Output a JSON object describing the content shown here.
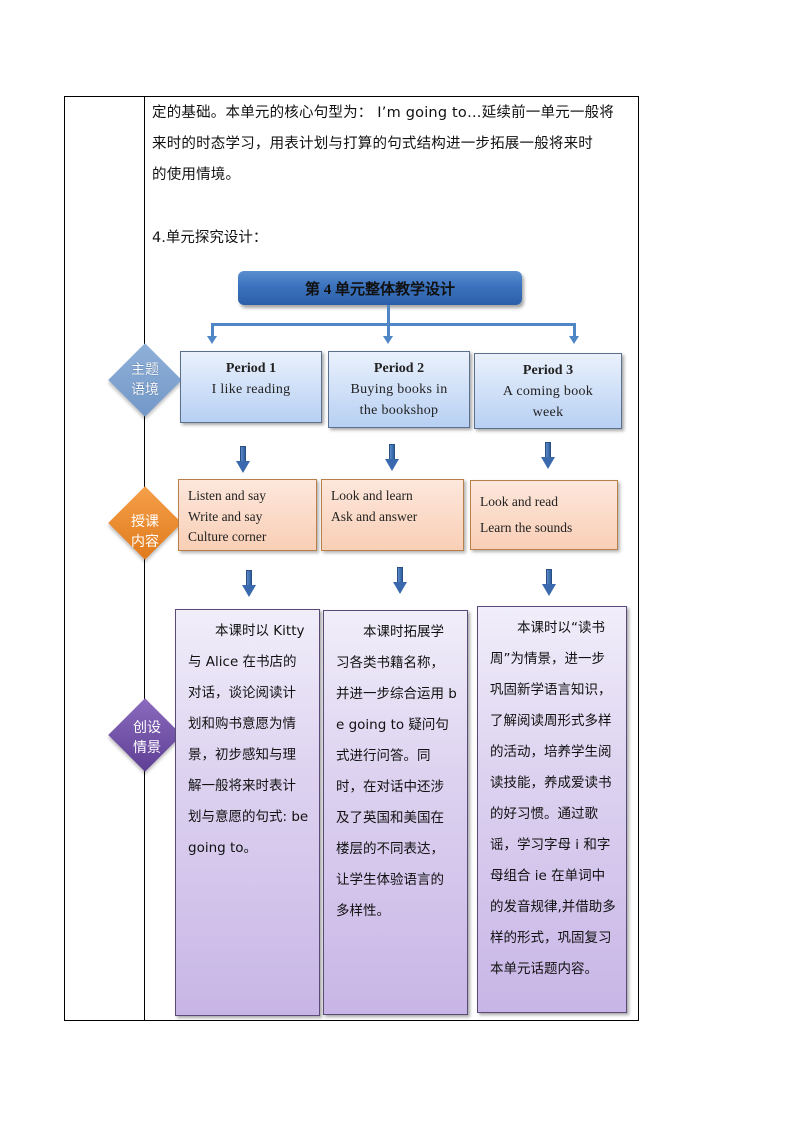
{
  "document": {
    "paragraph_lines": [
      "定的基础。本单元的核心句型为： I’m going to…延续前一单元一般将",
      "来时的时态学习，用表计划与打算的句式结构进一步拓展一般将来时",
      "的使用情境。"
    ],
    "section_heading": "4.单元探究设计："
  },
  "diagram": {
    "title": "第 4 单元整体教学设计",
    "row_labels": {
      "theme": "主题\n语境",
      "theme_line1": "主题",
      "theme_line2": "语境",
      "content_line1": "授课",
      "content_line2": "内容",
      "scenario_line1": "创设",
      "scenario_line2": "情景"
    },
    "periods": [
      {
        "title": "Period 1",
        "subtitle": "I like reading",
        "content": [
          "Listen and say",
          "Write and say",
          "Culture corner"
        ],
        "scenario": "本课时以 Kitty 与 Alice 在书店的对话，谈论阅读计划和购书意愿为情景，初步感知与理解一般将来时表计划与意愿的句式: be going to。"
      },
      {
        "title": "Period 2",
        "subtitle": "Buying  books in\nthe bookshop",
        "content": [
          "Look and learn",
          "Ask and answer"
        ],
        "scenario": "本课时拓展学习各类书籍名称，并进一步综合运用 be going to 疑问句式进行问答。同时，在对话中还涉及了英国和美国在楼层的不同表达，让学生体验语言的多样性。"
      },
      {
        "title": "Period 3",
        "subtitle": "A coming  book\nweek",
        "content": [
          "Look and read",
          "Learn the sounds"
        ],
        "scenario": "本课时以“读书周”为情景，进一步巩固新学语言知识，了解阅读周形式多样的活动，培养学生阅读技能，养成爱读书的好习惯。通过歌谣，学习字母 i 和字母组合 ie 在单词中的发音规律,并借助多样的形式，巩固复习本单元话题内容。"
      }
    ],
    "colors": {
      "title_bar": "#3b72bd",
      "connector": "#4f86c6",
      "theme_diamond": "#7f9fcc",
      "content_diamond": "#e98a2c",
      "scenario_diamond": "#6e4fa6",
      "period_box": "#c8dbf5",
      "content_box": "#fbdcc8",
      "scenario_box": "#d6c9ee"
    }
  }
}
